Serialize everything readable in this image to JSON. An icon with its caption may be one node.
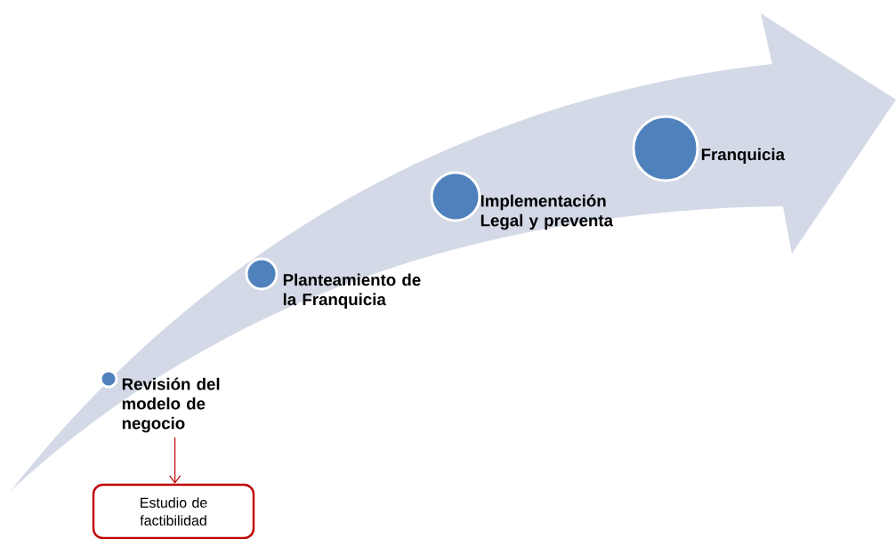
{
  "diagram": {
    "nodes": [
      {
        "text": [
          "Revisión del modelo de negocio"
        ]
      },
      {
        "text": [
          "Planteamiento de la Franquicia"
        ]
      },
      {
        "text": [
          "Implementación Legal y preventa"
        ]
      },
      {
        "text": [
          "Franquicia"
        ]
      },
      {
        "text": [
          "Estudio de factibilidad"
        ]
      }
    ],
    "edges": [
      {
        "from": 0,
        "to": 4,
        "arrow": "to",
        "color": "#c00000"
      }
    ]
  }
}
